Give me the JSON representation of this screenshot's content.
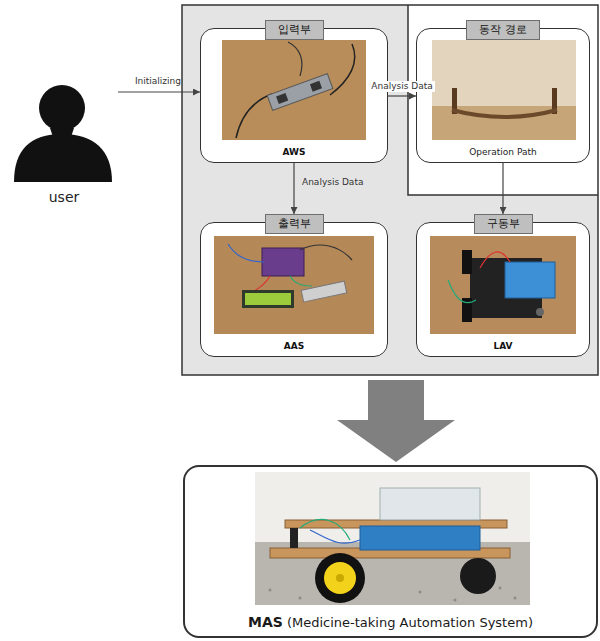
{
  "diagram": {
    "nodes": [
      {
        "text": [
          "user"
        ]
      },
      {
        "text": [
          "입력부",
          "AWS"
        ]
      },
      {
        "text": [
          "동작 경로",
          "Operation Path"
        ]
      },
      {
        "text": [
          "출력부",
          "AAS"
        ]
      },
      {
        "text": [
          "구동부",
          "LAV"
        ]
      },
      {
        "text": [
          "MAS",
          "(Medicine-taking Automation System)"
        ]
      }
    ],
    "edges": [
      {
        "from": 0,
        "to": 1,
        "label": "Initializing",
        "arrow": "to"
      },
      {
        "from": 1,
        "to": 2,
        "label": "Analysis Data",
        "arrow": "to"
      },
      {
        "from": 1,
        "to": 3,
        "label": "Analysis Data",
        "arrow": "to"
      },
      {
        "from": 2,
        "to": 4,
        "arrow": "to"
      }
    ]
  }
}
